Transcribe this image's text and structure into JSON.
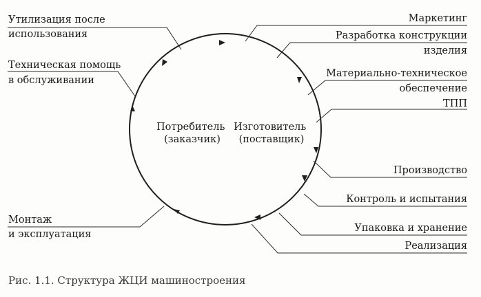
{
  "center": {
    "left_lines": [
      "Потребитель",
      "(заказчик)"
    ],
    "right_lines": [
      "Изготовитель",
      "(поставщик)"
    ]
  },
  "stages": {
    "utilization": [
      "Утилизация после",
      "использования"
    ],
    "tech_help": [
      "Техническая помощь",
      "в обслуживании"
    ],
    "montage": [
      "Монтаж",
      "и эксплуатация"
    ],
    "marketing": [
      "Маркетинг"
    ],
    "design": [
      "Разработка конструкции",
      "изделия"
    ],
    "material": [
      "Материально-техническое",
      "обеспечение"
    ],
    "tpp": [
      "ТПП"
    ],
    "production": [
      "Производство"
    ],
    "control": [
      "Контроль и испытания"
    ],
    "packaging": [
      "Упаковка и хранение"
    ],
    "sales": [
      "Реализация"
    ]
  },
  "caption": "Рис. 1.1. Структура ЖЦИ машиностроения"
}
